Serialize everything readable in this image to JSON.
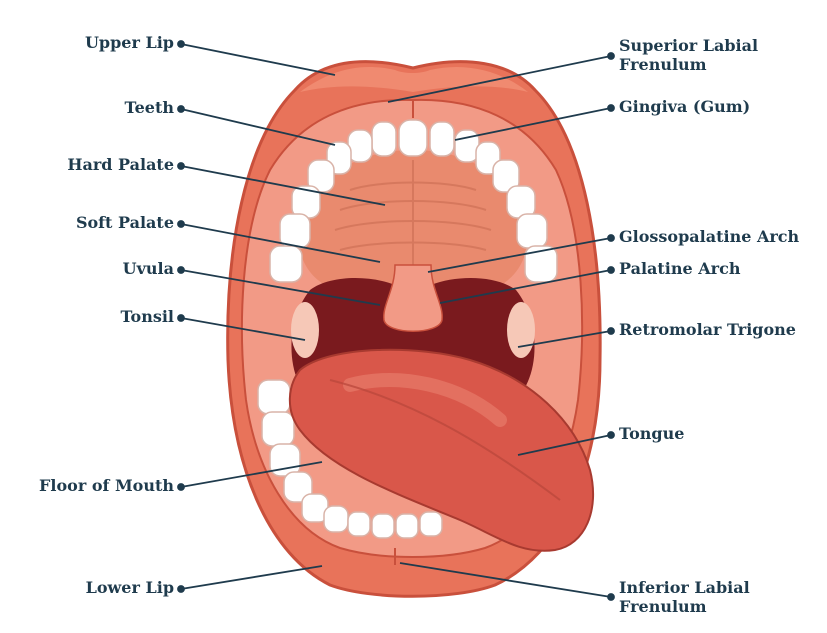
{
  "colors": {
    "label_text": "#1f3b4d",
    "leader_line": "#1f3b4d",
    "lip": "#e8735a",
    "lip_dark": "#c9503c",
    "mouth_cavity": "#7a1a1e",
    "palate": "#e98a6e",
    "tongue": "#d9574a",
    "teeth": "#ffffff",
    "gum": "#f29a86"
  },
  "labels_left": [
    {
      "name": "upper-lip",
      "text": "Upper Lip"
    },
    {
      "name": "teeth",
      "text": "Teeth"
    },
    {
      "name": "hard-palate",
      "text": "Hard Palate"
    },
    {
      "name": "soft-palate",
      "text": "Soft Palate"
    },
    {
      "name": "uvula",
      "text": "Uvula"
    },
    {
      "name": "tonsil",
      "text": "Tonsil"
    },
    {
      "name": "floor-of-mouth",
      "text": "Floor of Mouth"
    },
    {
      "name": "lower-lip",
      "text": "Lower Lip"
    }
  ],
  "labels_right": [
    {
      "name": "superior-labial-frenulum",
      "text": "Superior Labial Frenulum"
    },
    {
      "name": "gingiva",
      "text": "Gingiva (Gum)"
    },
    {
      "name": "glossopalatine-arch",
      "text": "Glossopalatine Arch"
    },
    {
      "name": "palatine-arch",
      "text": "Palatine Arch"
    },
    {
      "name": "retromolar-trigone",
      "text": "Retromolar Trigone"
    },
    {
      "name": "tongue",
      "text": "Tongue"
    },
    {
      "name": "inferior-labial-frenulum",
      "text": "Inferior Labial Frenulum"
    }
  ]
}
